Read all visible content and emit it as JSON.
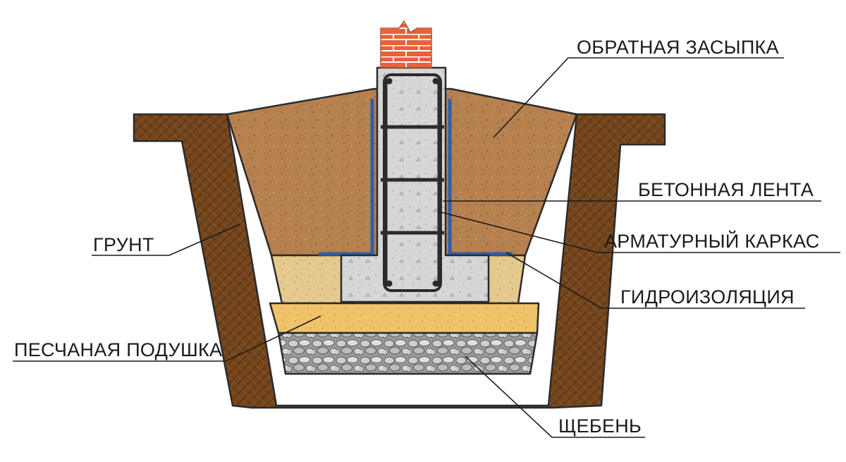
{
  "diagram": {
    "labels": {
      "backfill": "ОБРАТНАЯ ЗАСЫПКА",
      "concrete_strip": "БЕТОННАЯ ЛЕНТА",
      "rebar_cage": "АРМАТУРНЫЙ КАРКАС",
      "waterproofing": "ГИДРОИЗОЛЯЦИЯ",
      "soil": "ГРУНТ",
      "sand_cushion": "ПЕСЧАНАЯ ПОДУШКА",
      "gravel": "ЩЕБЕНЬ"
    },
    "colors": {
      "soil": "#74461d",
      "backfill": "#b6804f",
      "sand_light": "#e6c98e",
      "sand_cushion": "#f0c36a",
      "gravel": "#b8b8b8",
      "concrete": "#d6d6d6",
      "waterproofing": "#2d5fa8",
      "brick": "#e8613a"
    }
  }
}
